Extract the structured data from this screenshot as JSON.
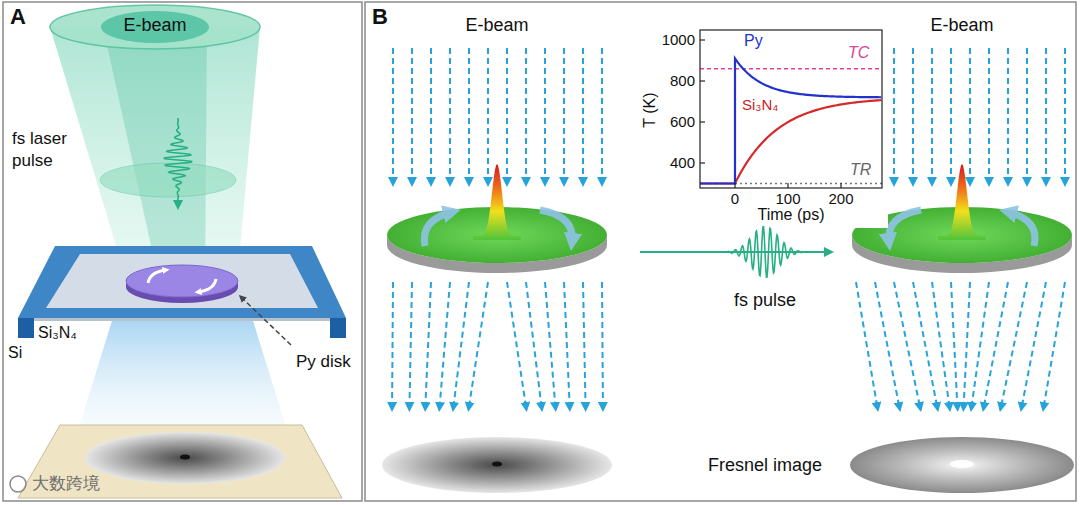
{
  "diagram": {
    "labels": [
      "A",
      "E-beam",
      "fs laser pulse",
      "Si₃N₄",
      "Si",
      "Py disk",
      "B",
      "E-beam",
      "1000",
      "800",
      "600",
      "400",
      "T (K)",
      "0",
      "100",
      "200",
      "Time (ps)",
      "Py",
      "TC",
      "Si₃N₄",
      "TR",
      "E-beam",
      "fs pulse",
      "Fresnel image",
      "大数跨境"
    ]
  }
}
